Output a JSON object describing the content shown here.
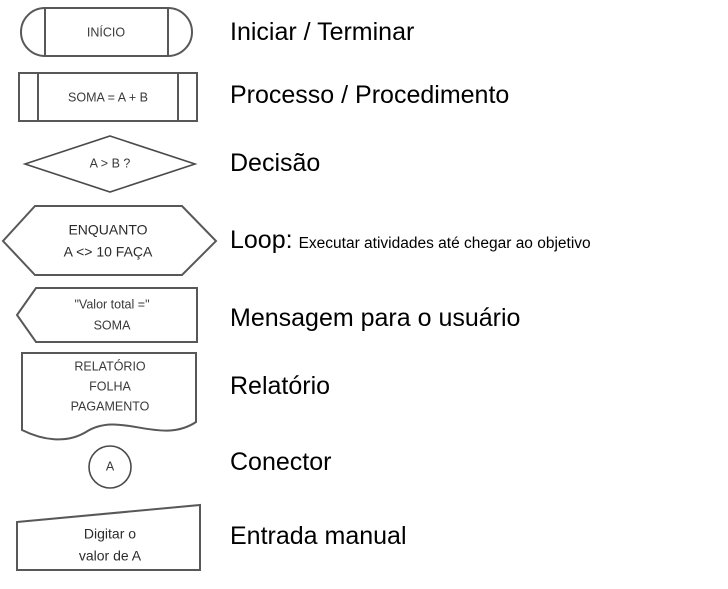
{
  "legend": {
    "rows": [
      {
        "shape": "terminator",
        "shape_text": [
          "INÍCIO"
        ],
        "label": "Iniciar / Terminar",
        "label_sub": ""
      },
      {
        "shape": "predefined-process",
        "shape_text": [
          "SOMA = A + B"
        ],
        "label": "Processo / Procedimento",
        "label_sub": ""
      },
      {
        "shape": "decision",
        "shape_text": [
          "A > B ?"
        ],
        "label": "Decisão",
        "label_sub": ""
      },
      {
        "shape": "loop-hexagon",
        "shape_text": [
          "ENQUANTO",
          "A <> 10 FAÇA"
        ],
        "label": "Loop:",
        "label_sub": "Executar atividades até chegar ao objetivo"
      },
      {
        "shape": "display-message",
        "shape_text": [
          "\"Valor total =\"",
          "SOMA"
        ],
        "label": "Mensagem para  o usuário",
        "label_sub": ""
      },
      {
        "shape": "document",
        "shape_text": [
          "RELATÓRIO",
          "FOLHA",
          "PAGAMENTO"
        ],
        "label": "Relatório",
        "label_sub": ""
      },
      {
        "shape": "connector-circle",
        "shape_text": [
          "A"
        ],
        "label": "Conector",
        "label_sub": ""
      },
      {
        "shape": "manual-input",
        "shape_text": [
          "Digitar o",
          "valor de A"
        ],
        "label": "Entrada manual",
        "label_sub": ""
      }
    ]
  },
  "colors": {
    "shape_stroke": "#58585a",
    "shape_fill": "#ffffff",
    "shape_text": "#3a3a3c",
    "label_text": "#000000",
    "background": "#ffffff"
  }
}
